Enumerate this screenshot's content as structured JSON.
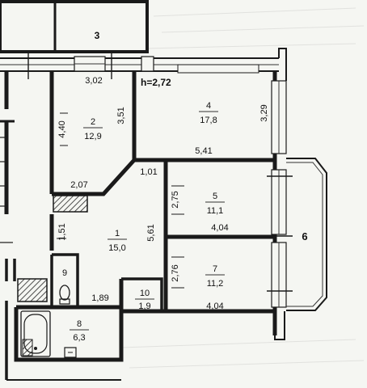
{
  "plan": {
    "height_label": "h=2,72",
    "rooms": [
      {
        "id": "r1",
        "number": "1",
        "area": "15,0"
      },
      {
        "id": "r2",
        "number": "2",
        "area": "12,9"
      },
      {
        "id": "r4",
        "number": "4",
        "area": "17,8"
      },
      {
        "id": "r5",
        "number": "5",
        "area": "11,1"
      },
      {
        "id": "r7",
        "number": "7",
        "area": "11,2"
      },
      {
        "id": "r8",
        "number": "8",
        "area": "6,3"
      },
      {
        "id": "r10",
        "number": "10",
        "area": "1,9"
      }
    ],
    "unlabeled_rooms": [
      {
        "id": "r3",
        "number": "3"
      },
      {
        "id": "r6",
        "number": "6"
      },
      {
        "id": "r9",
        "number": "9"
      }
    ],
    "dimensions": [
      {
        "id": "d302",
        "text": "3,02"
      },
      {
        "id": "d440",
        "text": "4,40"
      },
      {
        "id": "d351",
        "text": "3,51"
      },
      {
        "id": "d329",
        "text": "3,29"
      },
      {
        "id": "d541",
        "text": "5,41"
      },
      {
        "id": "d207",
        "text": "2,07"
      },
      {
        "id": "d101",
        "text": "1,01"
      },
      {
        "id": "d275",
        "text": "2,75"
      },
      {
        "id": "d404a",
        "text": "4,04"
      },
      {
        "id": "d561",
        "text": "5,61"
      },
      {
        "id": "d151",
        "text": "1,51"
      },
      {
        "id": "d276",
        "text": "2,76"
      },
      {
        "id": "d189",
        "text": "1,89"
      },
      {
        "id": "d404b",
        "text": "4,04"
      }
    ]
  }
}
